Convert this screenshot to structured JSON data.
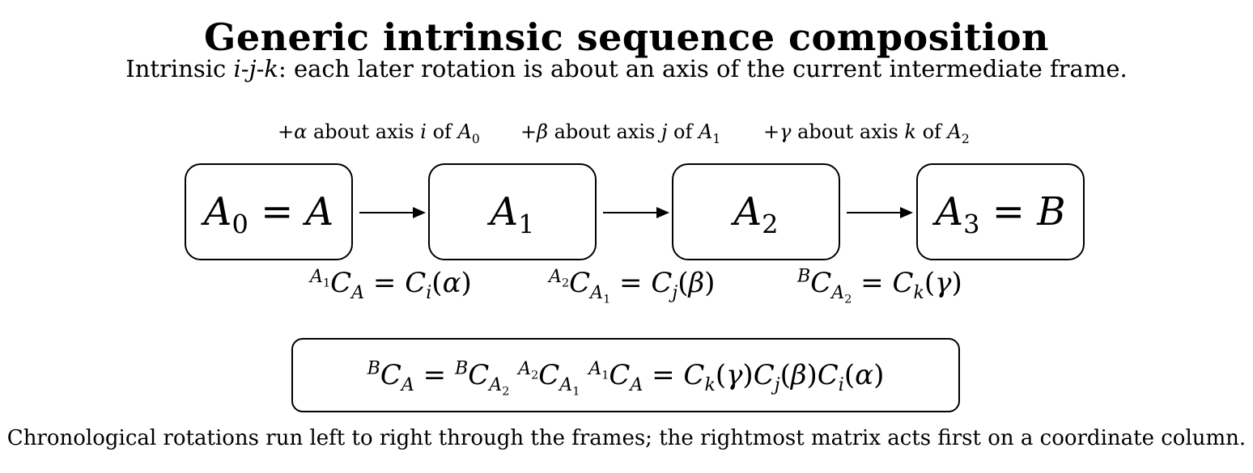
{
  "title": "Generic intrinsic sequence composition",
  "subtitle": "Intrinsic i-j-k: each later rotation is about an axis of the current intermediate frame.",
  "steps": [
    {
      "caption": "+α about axis i of A₀"
    },
    {
      "caption": "+β about axis j of A₁"
    },
    {
      "caption": "+γ about axis k of A₂"
    }
  ],
  "frames": [
    "A₀ = A",
    "A₁",
    "A₂",
    "A₃ = B"
  ],
  "transforms": [
    "A₁C_A = C_i(α)",
    "A₂C_A₁ = C_j(β)",
    "BC_A₂ = C_k(γ)"
  ],
  "composition": "BC_A = BC_A₂ A₂C_A₁ A₁C_A = C_k(γ)C_j(β)C_i(α)",
  "caption": "Chronological rotations run left to right through the frames; the rightmost matrix acts first on a coordinate column."
}
